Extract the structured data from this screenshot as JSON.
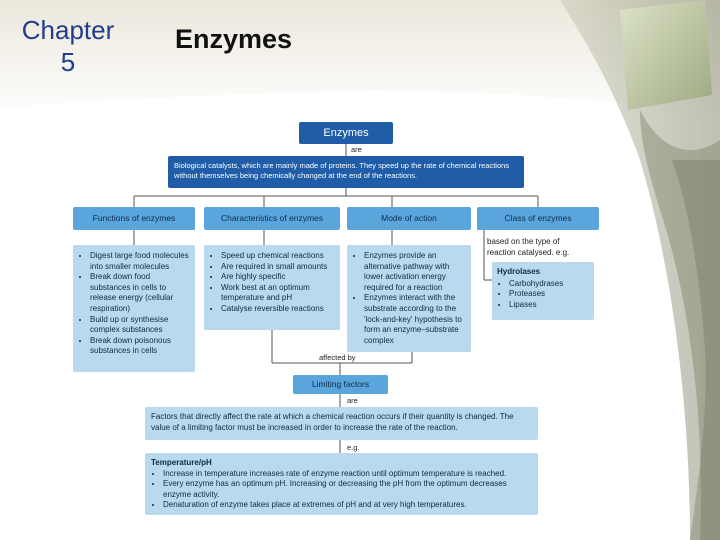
{
  "slide": {
    "chapter_label": "Chapter",
    "chapter_number": "5",
    "title": "Enzymes"
  },
  "diagram": {
    "root": "Enzymes",
    "root_link": "are",
    "definition": "Biological catalysts, which are mainly made of proteins. They speed up the rate of chemical reactions without themselves being chemically changed at the end of the reactions.",
    "categories": [
      {
        "heading": "Functions of enzymes",
        "items": [
          "Digest large food molecules into smaller molecules",
          "Break down food substances in cells to release energy (cellular respiration)",
          "Build up or synthesise complex substances",
          "Break down poisonous substances in cells"
        ]
      },
      {
        "heading": "Characteristics of enzymes",
        "items": [
          "Speed up chemical reactions",
          "Are required in small amounts",
          "Are highly specific",
          "Work best at an optimum temperature and pH",
          "Catalyse reversible reactions"
        ]
      },
      {
        "heading": "Mode of action",
        "items": [
          "Enzymes provide an alternative pathway with lower activation energy required for a reaction",
          "Enzymes interact with the substrate according to the 'lock-and-key' hypothesis to form an enzyme–substrate complex"
        ]
      },
      {
        "heading": "Class of enzymes",
        "basis_text": "based on the type of reaction catalysed. e.g.",
        "subclass_heading": "Hydrolases",
        "items": [
          "Carbohydrases",
          "Proteases",
          "Lipases"
        ]
      }
    ],
    "affected_by": "affected by",
    "limiting_factors": "Limiting factors",
    "limiting_link": "are",
    "limiting_definition": "Factors that directly affect the rate at which a chemical reaction occurs if their quantity is changed. The value of a limiting factor must be increased in order to increase the rate of the reaction.",
    "example_link": "e.g.",
    "temperature": {
      "heading": "Temperature/pH",
      "items": [
        "Increase in temperature increases rate of enzyme reaction until optimum temperature is reached.",
        "Every enzyme has an optimum pH. Increasing or decreasing the pH from the optimum decreases enzyme activity.",
        "Denaturation of enzyme takes place at extremes of pH and at very high temperatures."
      ]
    }
  },
  "colors": {
    "dark_box": "#1f5da8",
    "mid_box": "#5aa6dc",
    "light_box": "#b9d9ef",
    "chapter_text": "#1f3d8a"
  }
}
